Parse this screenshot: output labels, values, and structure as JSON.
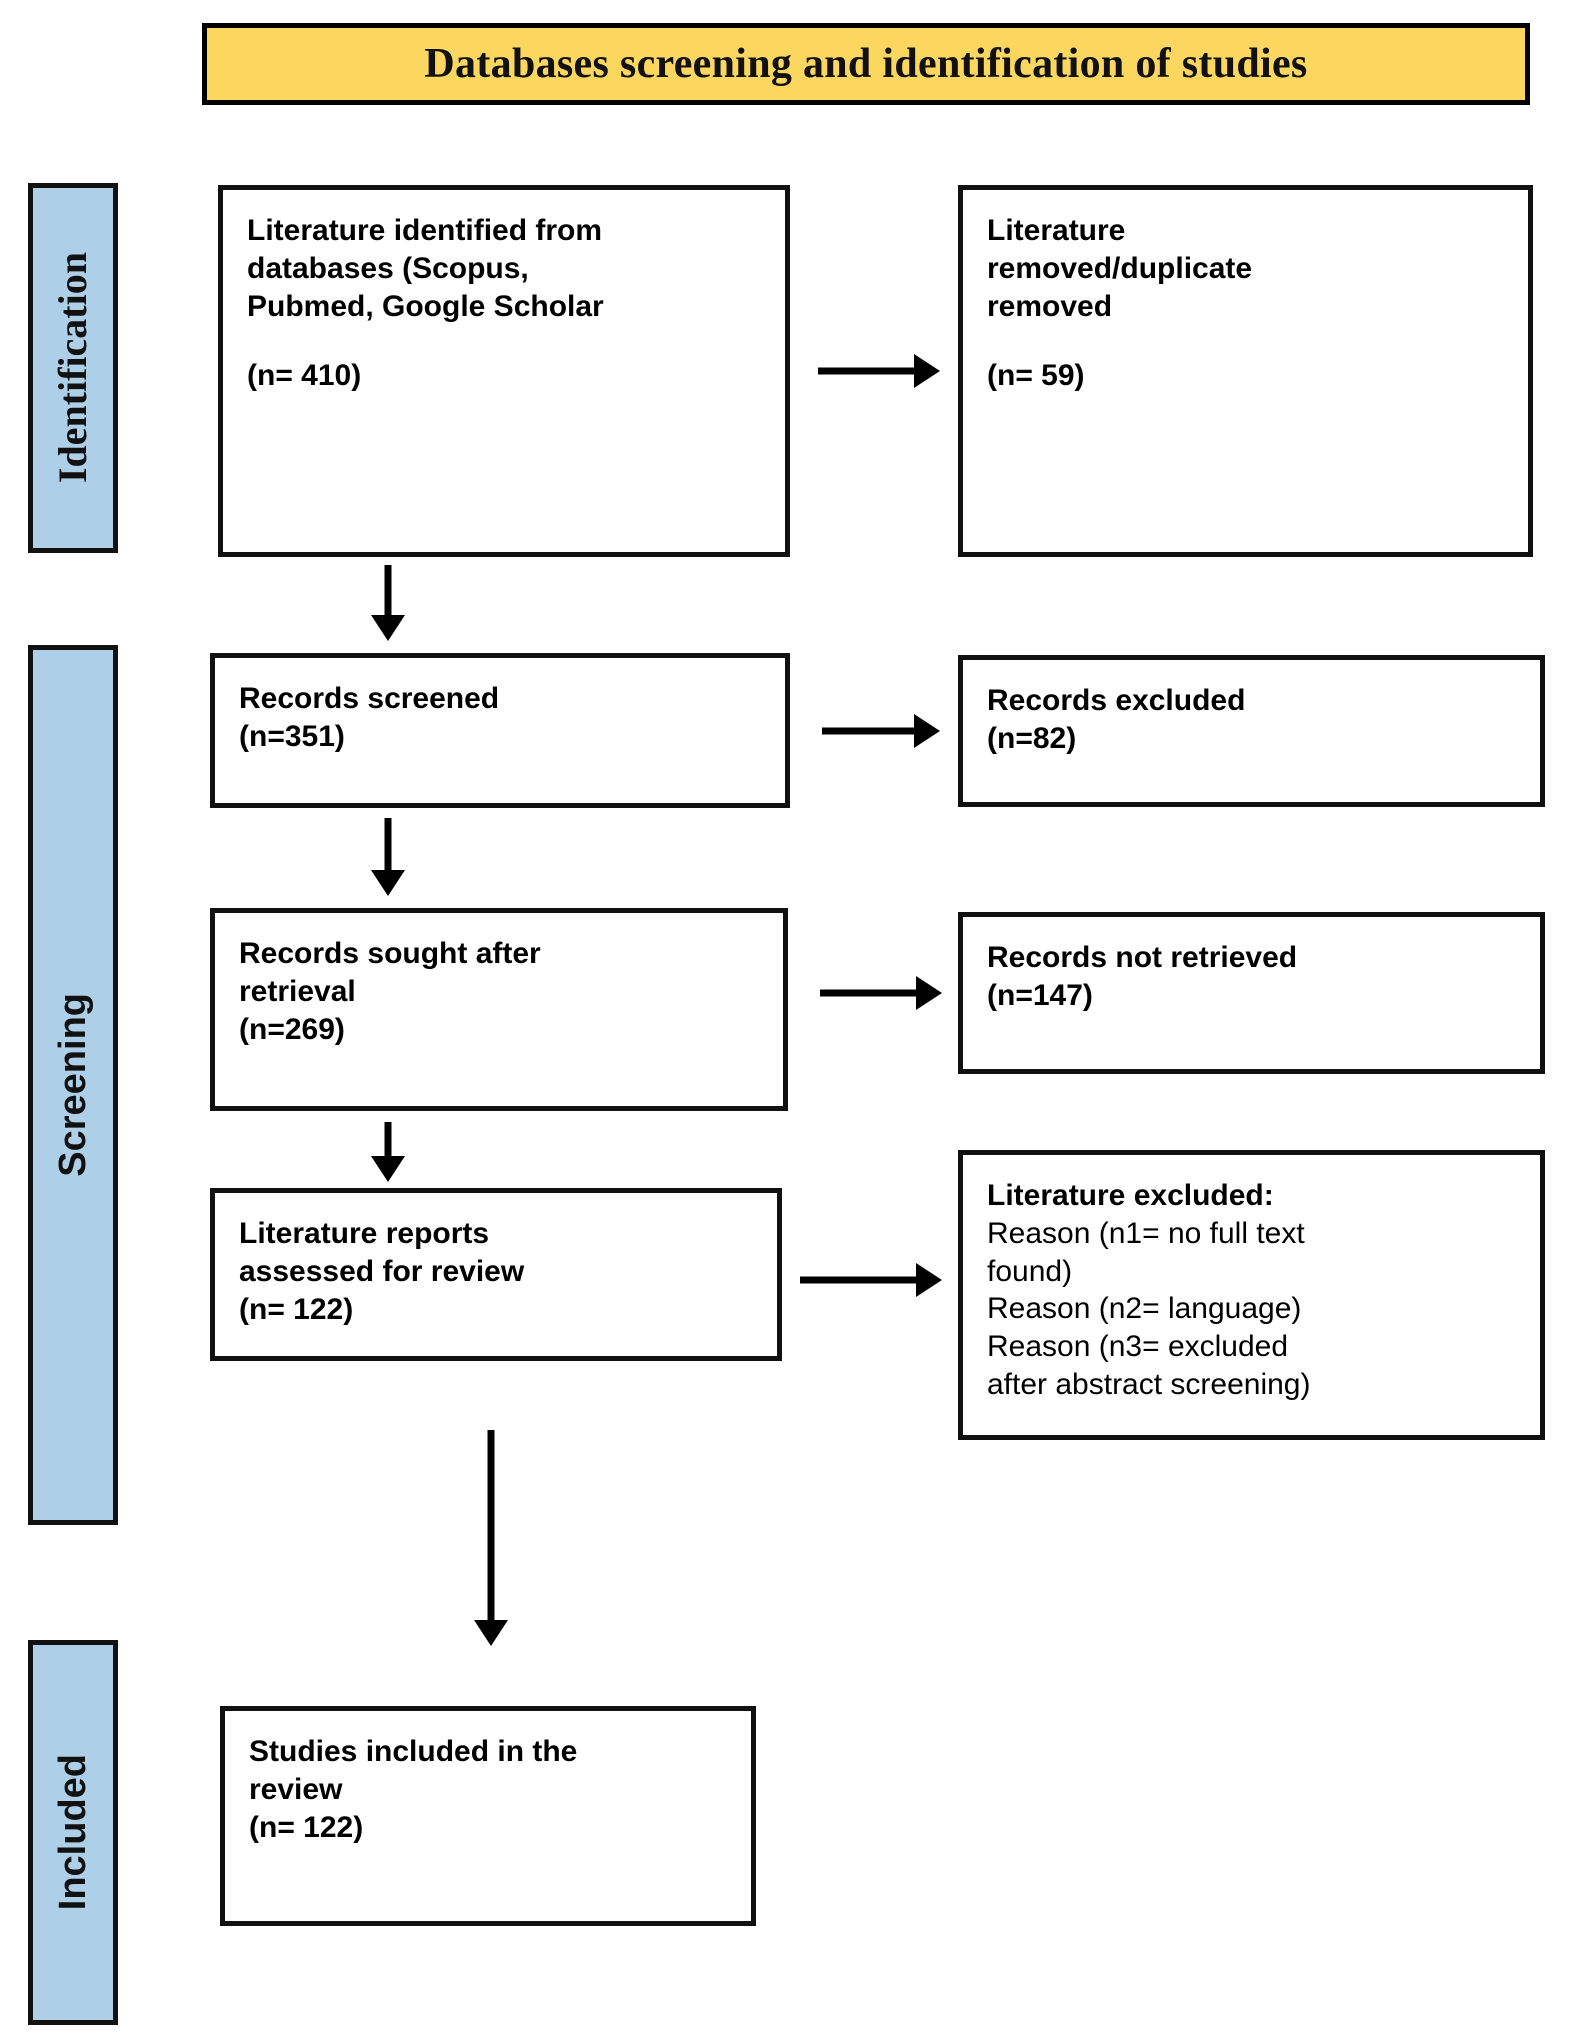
{
  "header": {
    "title": "Databases screening and identification of studies",
    "background_color": "#FCD760",
    "border_color": "#000000"
  },
  "stages": {
    "background_color": "#AECFE8",
    "items": [
      {
        "id": "identification",
        "label": "Identification"
      },
      {
        "id": "screening",
        "label": "Screening"
      },
      {
        "id": "included",
        "label": "Included"
      }
    ]
  },
  "boxes": {
    "identified": {
      "line1": "Literature identified from",
      "line2": "databases (Scopus,",
      "line3": "Pubmed, Google Scholar",
      "count": "(n= 410)"
    },
    "removed": {
      "line1": "Literature",
      "line2": "removed/duplicate",
      "line3": "removed",
      "count": "(n= 59)"
    },
    "screened": {
      "line1": "Records screened",
      "count": "(n=351)"
    },
    "excluded": {
      "line1": "Records excluded",
      "count": "(n=82)"
    },
    "sought": {
      "line1": "Records sought after",
      "line2": "retrieval",
      "count": "(n=269)"
    },
    "not_retrieved": {
      "line1": "Records not retrieved",
      "count": "(n=147)"
    },
    "assessed": {
      "line1": "Literature reports",
      "line2": "assessed for review",
      "count": "(n= 122)"
    },
    "literature_excluded": {
      "heading": "Literature excluded:",
      "reason1_line1": "Reason (n1= no full text",
      "reason1_line2": "found)",
      "reason2": "Reason (n2= language)",
      "reason3_line1": "Reason (n3= excluded",
      "reason3_line2": "after abstract screening)"
    },
    "studies_included": {
      "line1": "Studies included in the",
      "line2": "review",
      "count": "(n= 122)"
    }
  },
  "chart_data": {
    "type": "diagram",
    "title": "Databases screening and identification of studies",
    "diagram_kind": "PRISMA flow diagram",
    "stages": [
      "Identification",
      "Screening",
      "Included"
    ],
    "nodes": [
      {
        "id": "identified",
        "stage": "Identification",
        "label": "Literature identified from databases (Scopus, Pubmed, Google Scholar",
        "n": 410
      },
      {
        "id": "removed",
        "stage": "Identification",
        "label": "Literature removed/duplicate removed",
        "n": 59
      },
      {
        "id": "screened",
        "stage": "Screening",
        "label": "Records screened",
        "n": 351
      },
      {
        "id": "excluded",
        "stage": "Screening",
        "label": "Records excluded",
        "n": 82
      },
      {
        "id": "sought",
        "stage": "Screening",
        "label": "Records sought after retrieval",
        "n": 269
      },
      {
        "id": "not_retrieved",
        "stage": "Screening",
        "label": "Records not retrieved",
        "n": 147
      },
      {
        "id": "assessed",
        "stage": "Screening",
        "label": "Literature reports assessed for review",
        "n": 122
      },
      {
        "id": "literature_excluded",
        "stage": "Screening",
        "label": "Literature excluded: Reason (n1= no full text found) Reason (n2= language) Reason (n3= excluded after abstract screening)",
        "n": null
      },
      {
        "id": "studies_included",
        "stage": "Included",
        "label": "Studies included in the review",
        "n": 122
      }
    ],
    "edges": [
      {
        "from": "identified",
        "to": "removed",
        "direction": "right"
      },
      {
        "from": "identified",
        "to": "screened",
        "direction": "down"
      },
      {
        "from": "screened",
        "to": "excluded",
        "direction": "right"
      },
      {
        "from": "screened",
        "to": "sought",
        "direction": "down"
      },
      {
        "from": "sought",
        "to": "not_retrieved",
        "direction": "right"
      },
      {
        "from": "sought",
        "to": "assessed",
        "direction": "down"
      },
      {
        "from": "assessed",
        "to": "literature_excluded",
        "direction": "right"
      },
      {
        "from": "assessed",
        "to": "studies_included",
        "direction": "down"
      }
    ]
  }
}
